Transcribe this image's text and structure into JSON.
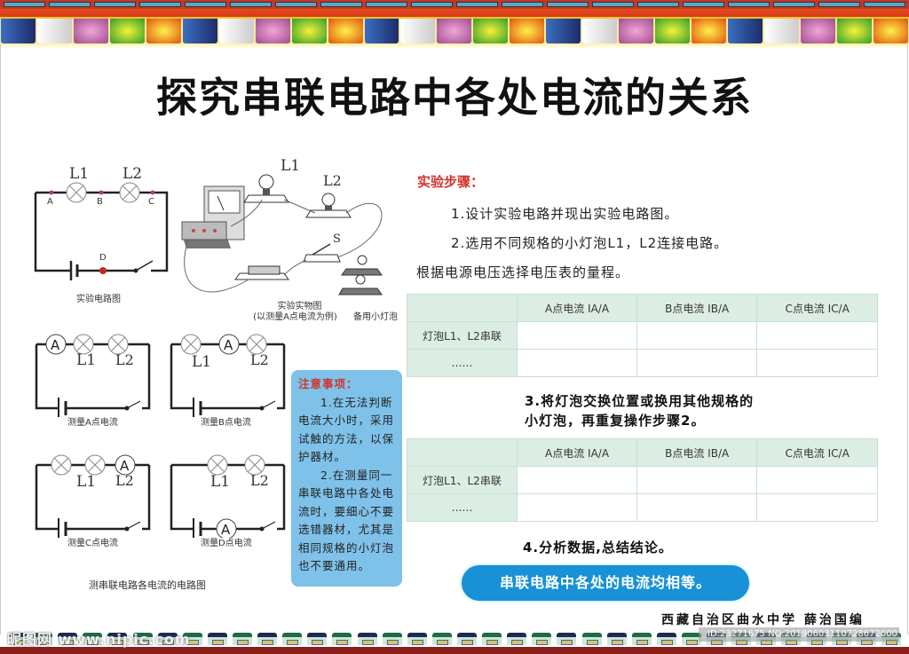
{
  "title": "探究串联电路中各处电流的关系",
  "colors": {
    "title": "#111111",
    "step_heading": "#d2322d",
    "table_header_bg": "#dceee3",
    "table_border": "#c8dfd2",
    "notes_bg": "#7fc2e9",
    "conclusion_bg": "#1891d6",
    "bottom_strip": "#8a1e1a"
  },
  "diagrams": {
    "main_circuit": {
      "caption": "实验电路图",
      "lamp1": "L1",
      "lamp2": "L2",
      "points": [
        "A",
        "B",
        "C",
        "D"
      ]
    },
    "physical_setup": {
      "caption_line1": "实验实物图",
      "caption_line2": "(以测量A点电流为例)",
      "lamp1": "L1",
      "lamp2": "L2",
      "switch": "S",
      "spare_caption": "备用小灯泡"
    },
    "sub_circuits": [
      {
        "caption": "测量A点电流",
        "meter": "A",
        "lamp1": "L1",
        "lamp2": "L2"
      },
      {
        "caption": "测量B点电流",
        "meter": "A",
        "lamp1": "L1",
        "lamp2": "L2"
      },
      {
        "caption": "测量C点电流",
        "meter": "A",
        "lamp1": "L1",
        "lamp2": "L2"
      },
      {
        "caption": "测量D点电流",
        "meter": "A",
        "lamp1": "L1",
        "lamp2": "L2"
      }
    ],
    "group_caption": "测串联电路各电流的电路图"
  },
  "steps": {
    "heading": "实验步骤：",
    "step1": "1.设计实验电路并现出实验电路图。",
    "step2": "2.选用不同规格的小灯泡L1，L2连接电路。",
    "step2_cont": "根据电源电压选择电压表的量程。",
    "step3_line1": "3.将灯泡交换位置或换用其他规格的",
    "step3_line2": "小灯泡，再重复操作步骤2。",
    "step4": "4.分析数据,总结结论。"
  },
  "tables": [
    {
      "headers": [
        "",
        "A点电流 IA/A",
        "B点电流 IB/A",
        "C点电流 IC/A"
      ],
      "rows": [
        {
          "label": "灯泡L1、L2串联",
          "values": [
            "",
            "",
            ""
          ]
        },
        {
          "label": "……",
          "values": [
            "",
            "",
            ""
          ]
        }
      ]
    },
    {
      "headers": [
        "",
        "A点电流 IA/A",
        "B点电流 IB/A",
        "C点电流 IC/A"
      ],
      "rows": [
        {
          "label": "灯泡L1、L2串联",
          "values": [
            "",
            "",
            ""
          ]
        },
        {
          "label": "……",
          "values": [
            "",
            "",
            ""
          ]
        }
      ]
    }
  ],
  "notes": {
    "heading": "注意事项：",
    "item1": "1.在无法判断电流大小时，采用试触的方法，以保护器材。",
    "item2": "2.在测量同一串联电路中各处电流时，要细心不要选错器材，尤其是相同规格的小灯泡也不要通用。"
  },
  "conclusion": "串联电路中各处的电流均相等。",
  "author": "西藏自治区曲水中学 薛治国编",
  "watermark": {
    "left": "昵图网 www.nipic.com",
    "right": "ID:23271675 NO:20190603110728672000"
  }
}
